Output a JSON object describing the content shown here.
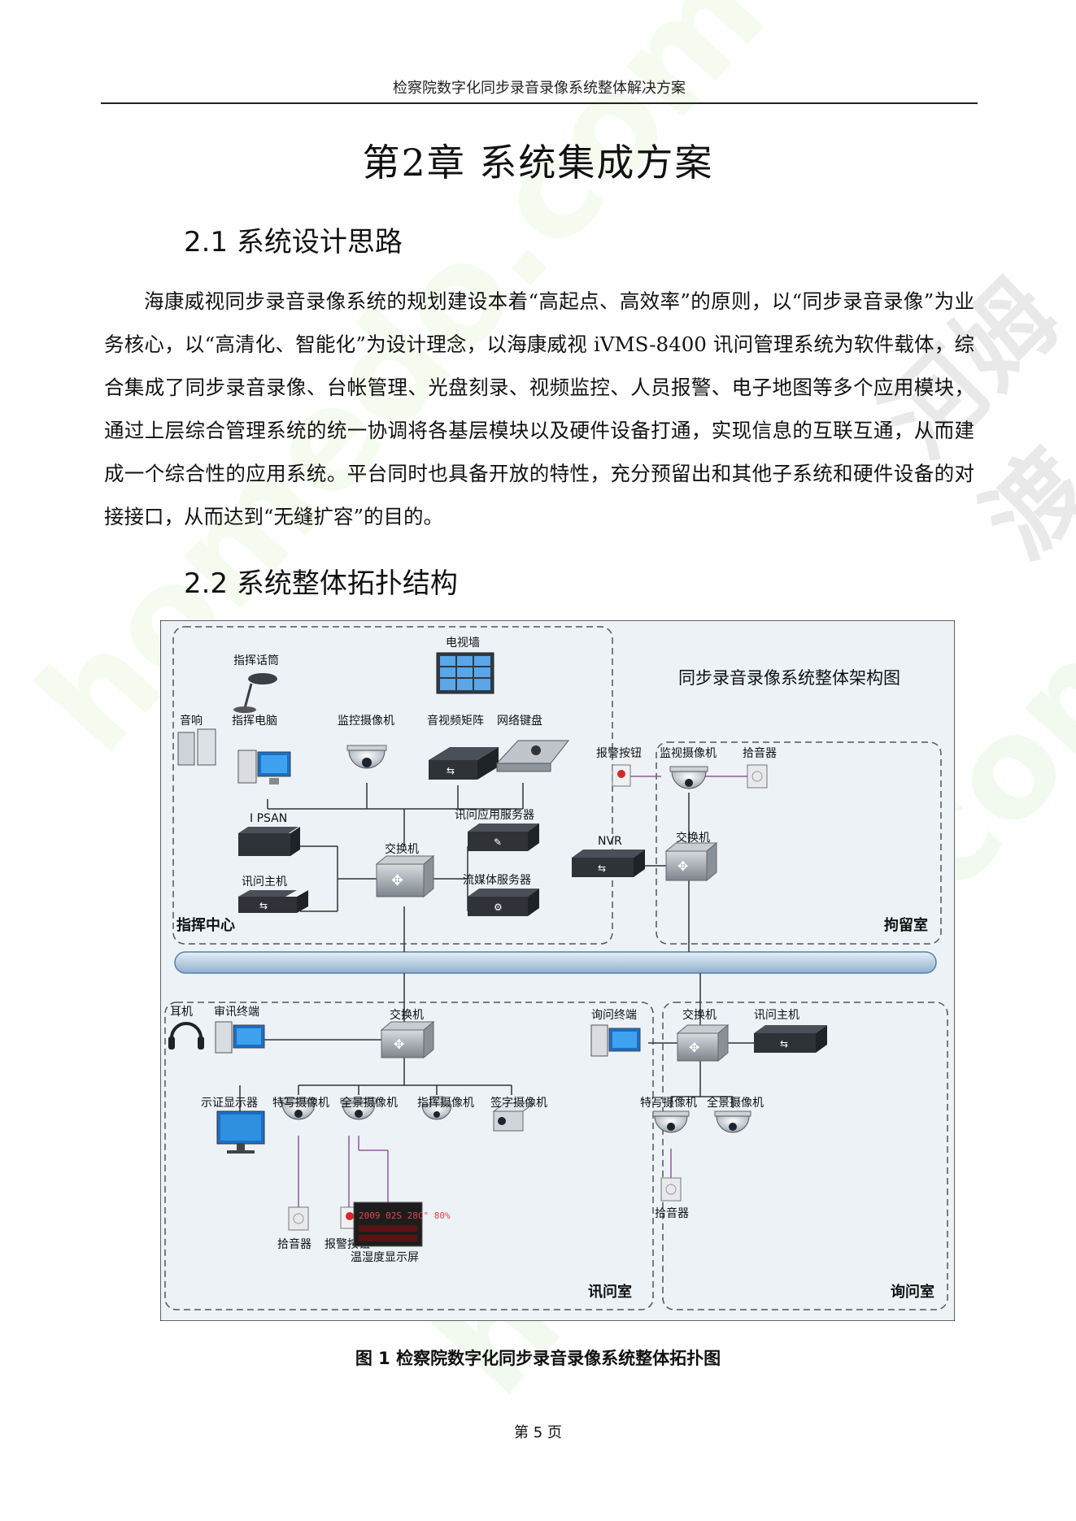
{
  "header": {
    "running_title": "检察院数字化同步录音录像系统整体解决方案"
  },
  "chapter": {
    "title": "第2章  系统集成方案"
  },
  "sections": [
    {
      "title": "2.1  系统设计思路"
    },
    {
      "title": "2.2  系统整体拓扑结构"
    }
  ],
  "body": {
    "paragraph": "海康威视同步录音录像系统的规划建设本着“高起点、高效率”的原则，以“同步录音录像”为业务核心，以“高清化、智能化”为设计理念，以海康威视 iVMS-8400 讯问管理系统为软件载体，综合集成了同步录音录像、台帐管理、光盘刻录、视频监控、人员报警、电子地图等多个应用模块，通过上层综合管理系统的统一协调将各基层模块以及硬件设备打通，实现信息的互联互通，从而建成一个综合性的应用系统。平台同时也具备开放的特性，充分预留出和其他子系统和硬件设备的对接接口，从而达到“无缝扩容”的目的。"
  },
  "diagram": {
    "title": "同步录音录像系统整体架构图",
    "zones": {
      "command_center": "指挥中心",
      "detention": "拘留室",
      "interrogation": "讯问室",
      "inquiry": "询问室"
    },
    "command": {
      "mic": "指挥话筒",
      "tv_wall": "电视墙",
      "speaker": "音响",
      "pc": "指挥电脑",
      "camera": "监控摄像机",
      "matrix": "音视频矩阵",
      "keyboard": "网络键盘",
      "ipsan": "I PSAN",
      "app_server": "讯问应用服务器",
      "switch": "交换机",
      "host": "讯问主机",
      "media_server": "流媒体服务器"
    },
    "detention": {
      "alarm_button": "报警按钮",
      "camera": "监视摄像机",
      "pickup": "拾音器",
      "nvr": "NVR",
      "switch": "交换机"
    },
    "interrogation": {
      "headphone": "耳机",
      "terminal": "审讯终端",
      "switch": "交换机",
      "display": "示证显示器",
      "closeup_cam": "特写摄像机",
      "panorama_cam": "全景摄像机",
      "command_cam": "指挥摄像机",
      "sign_cam": "签字摄像机",
      "pickup": "拾音器",
      "alarm_button": "报警按钮",
      "temp_display": "温湿度显示屏",
      "temp_text": "2009 02S  28C° 80%"
    },
    "inquiry": {
      "terminal": "询问终端",
      "switch": "交换机",
      "host": "讯问主机",
      "closeup_cam": "特写摄像机",
      "panorama_cam": "全景摄像机",
      "pickup": "拾音器"
    },
    "colors": {
      "background": "#edf2f7",
      "device_dark": "#2f3338",
      "link_purple": "#8e5a9c",
      "pipe": "#c5d8ea"
    }
  },
  "caption": "图 1  检察院数字化同步录音录像系统整体拓扑图",
  "footer": {
    "page_number": "第 5 页"
  },
  "watermarks": {
    "site": "homedo.com",
    "brand": "河姆渡"
  }
}
